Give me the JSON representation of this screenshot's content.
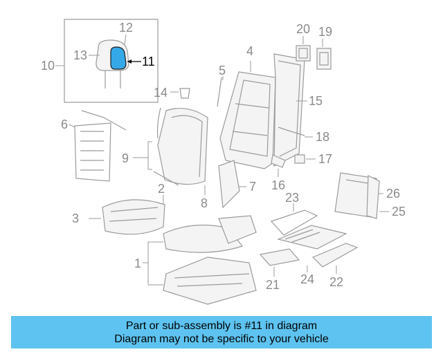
{
  "callouts": {
    "c1": "1",
    "c2": "2",
    "c3": "3",
    "c4": "4",
    "c5": "5",
    "c6": "6",
    "c7": "7",
    "c8": "8",
    "c9": "9",
    "c10": "10",
    "c11": "11",
    "c12": "12",
    "c13": "13",
    "c14": "14",
    "c15": "15",
    "c16": "16",
    "c17": "17",
    "c18": "18",
    "c19": "19",
    "c20": "20",
    "c21": "21",
    "c22": "22",
    "c23": "23",
    "c24": "24",
    "c25": "25",
    "c26": "26"
  },
  "highlight": {
    "part": "11",
    "color": "#35a9e8"
  },
  "banner": {
    "line1": "Part or sub-assembly is #11 in diagram",
    "line2": "Diagram may not be specific to your vehicle",
    "color": "#5ec3f0"
  }
}
